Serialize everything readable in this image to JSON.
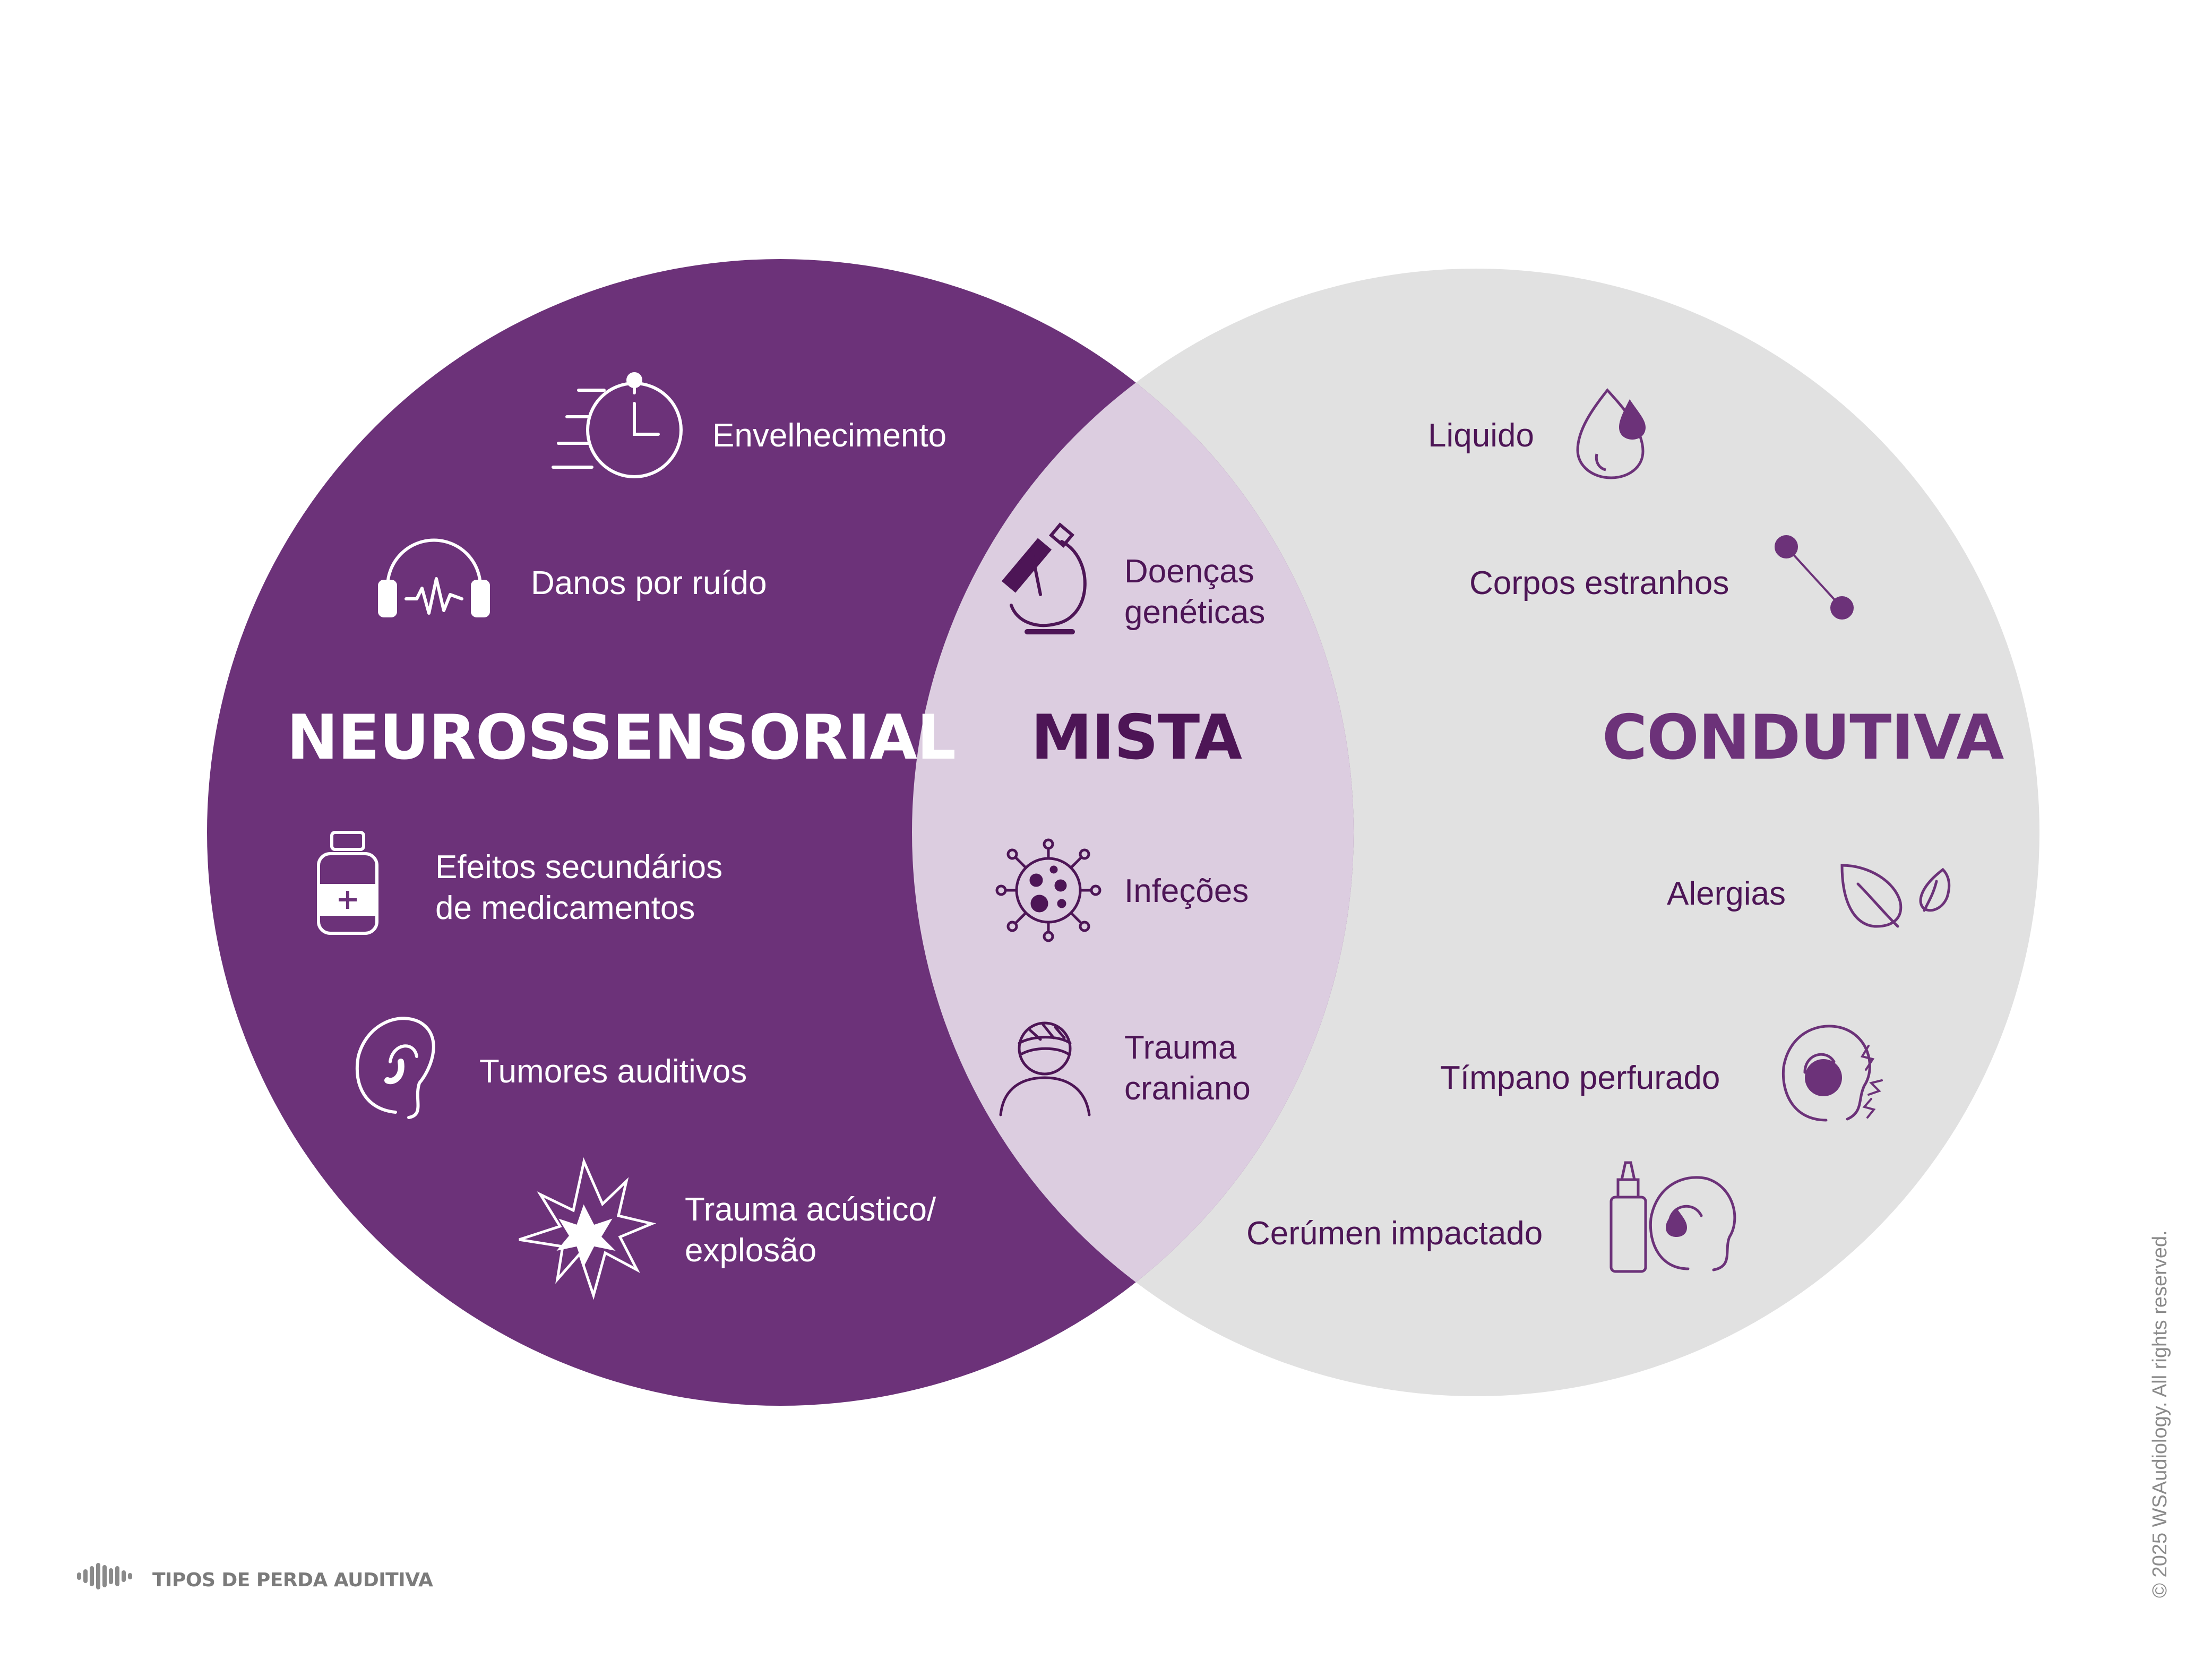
{
  "colors": {
    "purple": "#6c3279",
    "lightGray": "#e1e1e1",
    "overlap": "#dccde0",
    "darkText": "#4d1556",
    "white": "#ffffff",
    "gray": "#7b7b7b"
  },
  "sections": {
    "left": {
      "title": "NEUROSSENSORIAL",
      "items": [
        {
          "lines": [
            "Envelhecimento"
          ],
          "icon": "stopwatch-icon"
        },
        {
          "lines": [
            "Danos por ruído"
          ],
          "icon": "headphones-icon"
        },
        {
          "lines": [
            "Efeitos secundários",
            "de medicamentos"
          ],
          "icon": "medicine-bottle-icon"
        },
        {
          "lines": [
            "Tumores auditivos"
          ],
          "icon": "ear-icon"
        },
        {
          "lines": [
            "Trauma acústico/",
            "explosão"
          ],
          "icon": "explosion-icon"
        }
      ]
    },
    "center": {
      "title": "MISTA",
      "items": [
        {
          "lines": [
            "Doenças",
            "genéticas"
          ],
          "icon": "microscope-icon"
        },
        {
          "lines": [
            "Infeções"
          ],
          "icon": "virus-icon"
        },
        {
          "lines": [
            "Trauma",
            "craniano"
          ],
          "icon": "head-bandage-icon"
        }
      ]
    },
    "right": {
      "title": "CONDUTIVA",
      "items": [
        {
          "lines": [
            "Liquido"
          ],
          "icon": "water-drops-icon"
        },
        {
          "lines": [
            "Corpos estranhos"
          ],
          "icon": "foreign-object-icon"
        },
        {
          "lines": [
            "Alergias"
          ],
          "icon": "leaves-icon"
        },
        {
          "lines": [
            "Tímpano perfurado"
          ],
          "icon": "perforated-eardrum-icon"
        },
        {
          "lines": [
            "Cerúmen impactado"
          ],
          "icon": "ear-drops-icon"
        }
      ]
    }
  },
  "footer": {
    "label": "TIPOS DE PERDA AUDITIVA",
    "icon": "soundwave-icon",
    "copyright": "© 2025 WSAudiology. All rights reserved."
  }
}
